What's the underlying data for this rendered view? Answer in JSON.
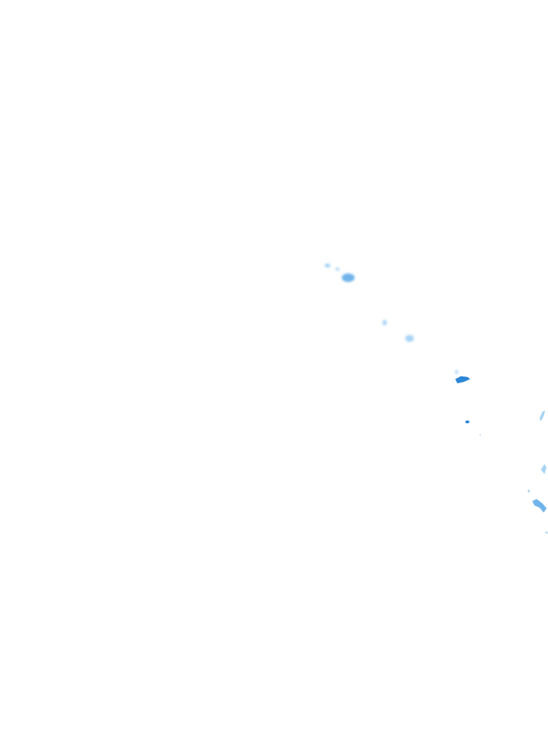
{
  "map": {
    "type": "precipitation-radar-overlay",
    "background": "#ffffff",
    "palette": {
      "very_light": "#d6ecfb",
      "light": "#a9d4f4",
      "moderate": "#6fb4ea",
      "heavy": "#2c86d6",
      "very_heavy": "#0a5fb8"
    },
    "echoes": [
      {
        "id": "echo-1",
        "intensity": "light"
      },
      {
        "id": "echo-2",
        "intensity": "light"
      },
      {
        "id": "echo-3",
        "intensity": "moderate"
      },
      {
        "id": "echo-4",
        "intensity": "light"
      },
      {
        "id": "echo-5",
        "intensity": "light"
      },
      {
        "id": "echo-6",
        "intensity": "heavy"
      },
      {
        "id": "echo-7",
        "intensity": "heavy"
      },
      {
        "id": "echo-8",
        "intensity": "light"
      },
      {
        "id": "echo-9",
        "intensity": "light"
      },
      {
        "id": "echo-10",
        "intensity": "moderate"
      }
    ]
  }
}
